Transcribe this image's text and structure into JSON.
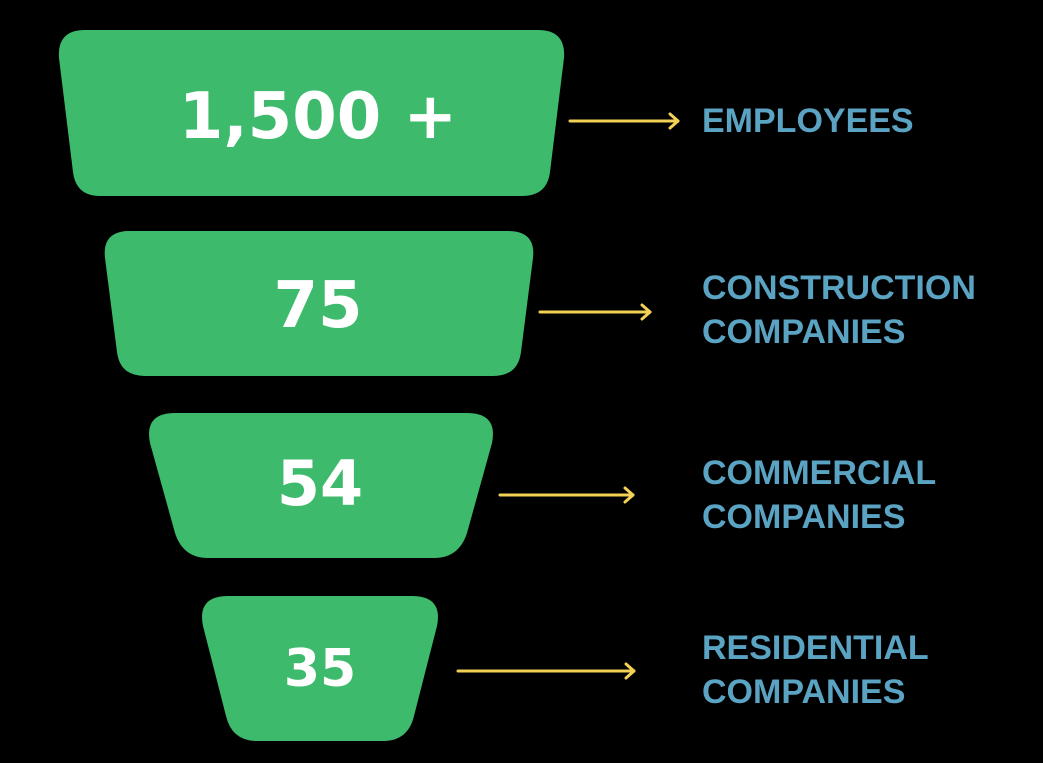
{
  "colors": {
    "background": "#000000",
    "stage_fill": "#3dba6c",
    "value_text": "#ffffff",
    "arrow": "#f2d156",
    "label_text": "#5aa3c2"
  },
  "stages": [
    {
      "value": "1,500 +",
      "label_lines": [
        "EMPLOYEES"
      ]
    },
    {
      "value": "75",
      "label_lines": [
        "CONSTRUCTION",
        "COMPANIES"
      ]
    },
    {
      "value": "54",
      "label_lines": [
        "COMMERCIAL",
        "COMPANIES"
      ]
    },
    {
      "value": "35",
      "label_lines": [
        "RESIDENTIAL",
        "COMPANIES"
      ]
    }
  ]
}
